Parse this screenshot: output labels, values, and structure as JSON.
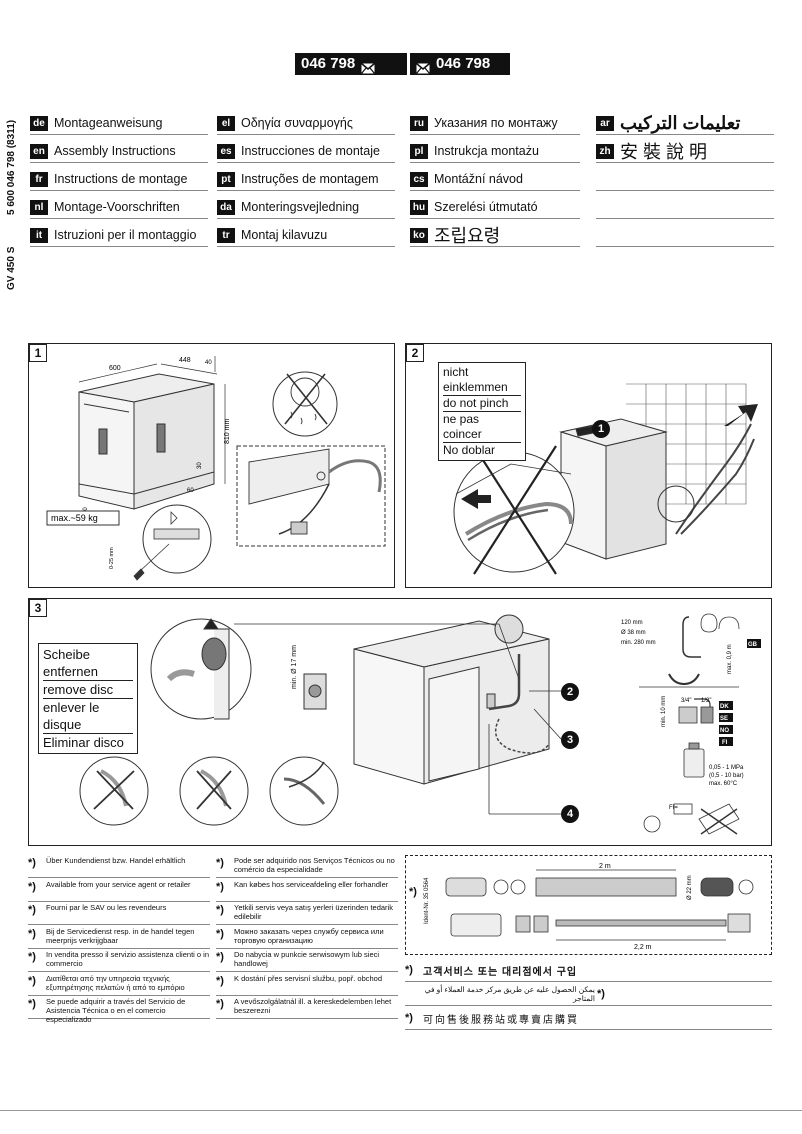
{
  "header": {
    "code_left": "046 798",
    "code_right": "046 798",
    "side_code": "5 600 046 798 (8311)",
    "model": "GV 450 S"
  },
  "languages": [
    {
      "code": "de",
      "title": "Montageanweisung"
    },
    {
      "code": "en",
      "title": "Assembly Instructions"
    },
    {
      "code": "fr",
      "title": "Instructions de montage"
    },
    {
      "code": "nl",
      "title": "Montage-Voorschriften"
    },
    {
      "code": "it",
      "title": "Istruzioni per il montaggio"
    },
    {
      "code": "el",
      "title": "Οδηγία συναρμογής"
    },
    {
      "code": "es",
      "title": "Instrucciones de montaje"
    },
    {
      "code": "pt",
      "title": "Instruções de montagem"
    },
    {
      "code": "da",
      "title": "Monteringsvejledning"
    },
    {
      "code": "tr",
      "title": "Montaj kilavuzu"
    },
    {
      "code": "ru",
      "title": "Указания по монтажу"
    },
    {
      "code": "pl",
      "title": "Instrukcja montażu"
    },
    {
      "code": "cs",
      "title": "Montážní návod"
    },
    {
      "code": "hu",
      "title": "Szerelési útmutató"
    },
    {
      "code": "ko",
      "title": "조립요령"
    },
    {
      "code": "ar",
      "title": "تعليمات التركيب"
    },
    {
      "code": "zh",
      "title": "安 裝 說 明"
    }
  ],
  "panel1": {
    "number": "1",
    "dim_width": "600",
    "dim_depth": "448",
    "dim_top": "40",
    "dim_height": "810 mm",
    "dim_side": "30",
    "dim_foot": "60",
    "dim_base": "90",
    "dim_adjust": "0-25 mm",
    "weight": "max.~59 kg"
  },
  "panel2": {
    "number": "2",
    "callouts": [
      "nicht einklemmen",
      "do not pinch",
      "ne pas coincer",
      "No doblar"
    ],
    "step": "1"
  },
  "panel3": {
    "number": "3",
    "callouts": [
      "Scheibe entfernen",
      "remove disc",
      "enlever le disque",
      "Eliminar disco"
    ],
    "min_diameter": "min. Ø 17 mm",
    "steps": [
      "2",
      "3",
      "4"
    ],
    "siphon_dims": [
      "120 mm",
      "Ø 38 mm",
      "min. 280 mm",
      "max. 0,9 m"
    ],
    "gb": "GB",
    "thread_sizes": [
      "3/4\"",
      "1/2\""
    ],
    "min_thread": "min. 10 mm",
    "countries": [
      "DK",
      "SE",
      "NO",
      "FI"
    ],
    "pressure": [
      "0,05 - 1 MPa",
      "(0,5 - 10 bar)",
      "max. 60°C"
    ],
    "fi_label": "FI="
  },
  "footnotes": {
    "col1": [
      "Über Kundendienst bzw. Handel erhältlich",
      "Available from your service agent or retailer",
      "Fourni par le SAV ou les revendeurs",
      "Bij de Servicedienst resp. in de handel tegen meerprijs verkrijgbaar",
      "In vendita presso il servizio assistenza clienti o in commercio",
      "Διατίθεται από την υπηρεσία τεχνικής εξυπηρέτησης πελατών ή από το εμπόριο",
      "Se puede adquirir a través del Servicio de Asistencia Técnica o en el comercio especializado"
    ],
    "col2": [
      "Pode ser adquirido nos Serviços Técnicos ou no comércio da especialidade",
      "Kan købes hos serviceafdeling eller forhandler",
      "Yetkili servis veya satış yerleri üzerinden tedarik edilebilir",
      "Можно заказать через службу сервиса или торговую организацию",
      "Do nabycia w punkcie serwisowym lub sieci handlowej",
      "K dostání přes servisní službu, popř. obchod",
      "A vevőszolgálatnál ill. a kereskedelemben lehet beszerezni"
    ],
    "star": "*)",
    "korean": "고객서비스 또는 대리점에서 구입",
    "arabic": "يمكن الحصول عليه عن طريق مركز خدمة العملاء أو في المتاجر",
    "chinese": "可向售後服務站或專賣店購買"
  },
  "accessory": {
    "ident": "Ident-Nr. 35 0564",
    "len_top": "2 m",
    "len_bottom": "2,2 m",
    "diameter": "Ø 22 mm"
  }
}
